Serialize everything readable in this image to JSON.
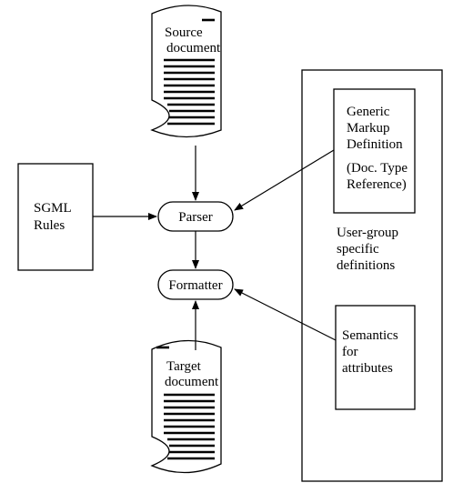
{
  "source_document": {
    "line1": "Source",
    "line2": "document"
  },
  "target_document": {
    "line1": "Target",
    "line2": "document"
  },
  "sgml_rules": {
    "line1": "SGML",
    "line2": "Rules"
  },
  "parser": {
    "label": "Parser"
  },
  "formatter": {
    "label": "Formatter"
  },
  "user_group": {
    "line1": "User-group",
    "line2": "specific",
    "line3": "definitions"
  },
  "generic_markup": {
    "line1": "Generic",
    "line2": "Markup",
    "line3": "Definition",
    "line4": "(Doc. Type",
    "line5": "Reference)"
  },
  "semantics": {
    "line1": "Semantics",
    "line2": "for",
    "line3": "attributes"
  }
}
